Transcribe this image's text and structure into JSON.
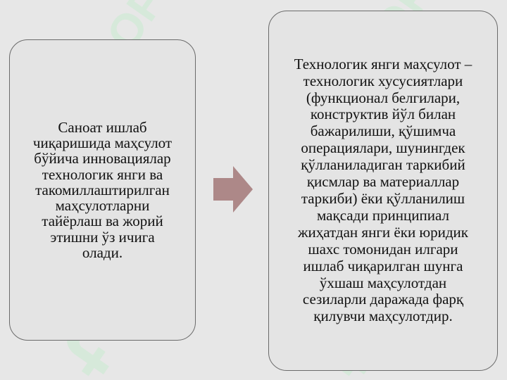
{
  "left_box": {
    "text": "Саноат ишлаб\nчиқаришида маҳсулот\nбўйича инновациялар\nтехнологик янги ва\nтакомиллаштирилган\nмаҳсулотларни\nтайёрлаш ва жорий\nэтишни ўз ичига\nолади."
  },
  "right_box": {
    "text": "Технологик янги маҳсулот –\nтехнологик хусусиятлари\n(функционал белгилари,\nконструктив йўл билан\nбажарилиши, қўшимча\nоперациялари, шунингдек\nқўлланиладиган таркибий\nқисмлар ва материаллар\nтаркиби) ёки қўлланилиш\nмақсади принципиал\nжиҳатдан янги ёки юридик\nшахс томонидан илгари\nишлаб чиқарилган шунга\nўхшаш маҳсулотдан\nсезиларли даражада фарқ\nқилувчи маҳсулотдир."
  },
  "watermark": {
    "text": "SOFT"
  },
  "colors": {
    "background": "#e7e7e7",
    "box_fill": "#e4e4e4",
    "box_border": "#6a6a6a",
    "arrow": "#ad8888",
    "watermark": "#cfe8d4"
  },
  "icons": {
    "arrow": "right-arrow-icon",
    "watermark_logo": "watermark-logo-icon"
  }
}
